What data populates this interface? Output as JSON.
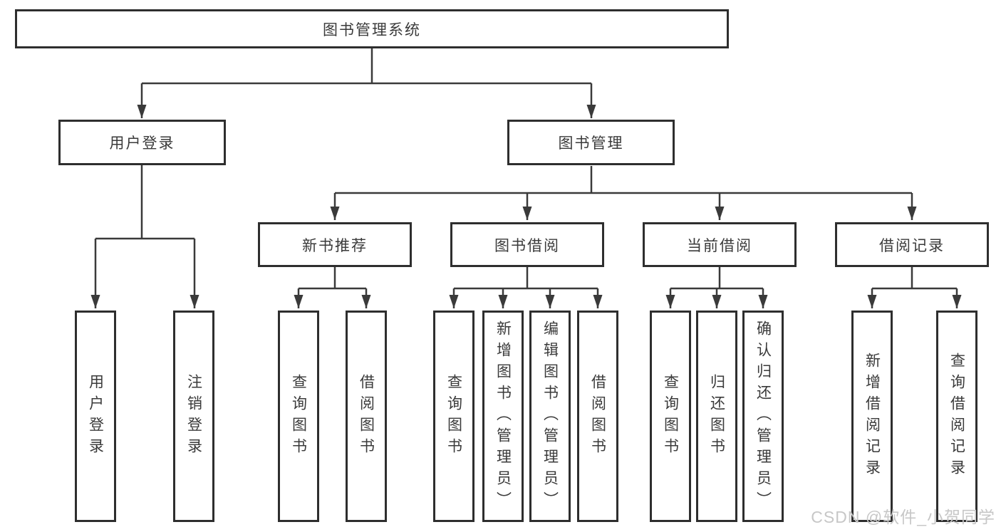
{
  "diagram": {
    "type": "hierarchy-tree",
    "orientation": "top-down"
  },
  "tree": {
    "label": "图书管理系统",
    "children": [
      {
        "label": "用户登录",
        "children": [
          {
            "label": "用户登录"
          },
          {
            "label": "注销登录"
          }
        ]
      },
      {
        "label": "图书管理",
        "children": [
          {
            "label": "新书推荐",
            "children": [
              {
                "label": "查询图书"
              },
              {
                "label": "借阅图书"
              }
            ]
          },
          {
            "label": "图书借阅",
            "children": [
              {
                "label": "查询图书"
              },
              {
                "label": "新增图书（管理员）"
              },
              {
                "label": "编辑图书（管理员）"
              },
              {
                "label": "借阅图书"
              }
            ]
          },
          {
            "label": "当前借阅",
            "children": [
              {
                "label": "查询图书"
              },
              {
                "label": "归还图书"
              },
              {
                "label": "确认归还（管理员）"
              }
            ]
          },
          {
            "label": "借阅记录",
            "children": [
              {
                "label": "新增借阅记录"
              },
              {
                "label": "查询借阅记录"
              }
            ]
          }
        ]
      }
    ]
  },
  "watermark": {
    "text": "CSDN @软件_小贺同学",
    "color": "#c7c7c7"
  },
  "colors": {
    "background": "#ffffff",
    "box_border": "#2e2e2e",
    "connector_line": "#3a3a3a",
    "text": "#3a3a3a"
  }
}
